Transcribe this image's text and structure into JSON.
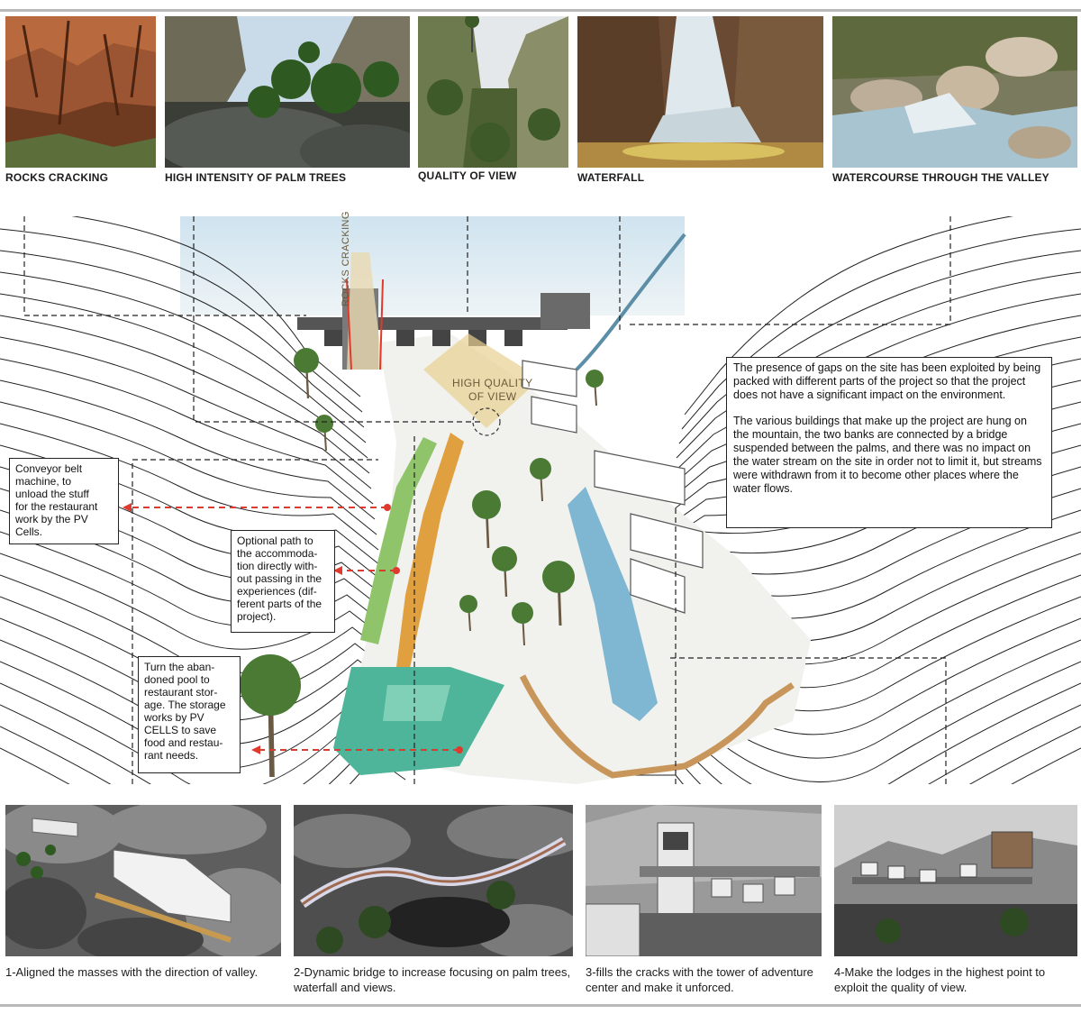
{
  "top_photos": [
    {
      "caption": "ROCKS CRACKING",
      "scene": "rock-cliff"
    },
    {
      "caption": "HIGH INTENSITY OF PALM TREES",
      "scene": "palm-valley"
    },
    {
      "caption": "QUALITY OF VIEW",
      "scene": "gorge-view"
    },
    {
      "caption": "WATERFALL",
      "scene": "waterfall"
    },
    {
      "caption": "WATERCOURSE THROUGH THE VALLEY",
      "scene": "stream"
    }
  ],
  "site_labels": {
    "rocks": "ROCKS CRACKING",
    "view": "HIGH QUALITY\nOF VIEW"
  },
  "notes": {
    "conveyor": "Conveyor belt\nmachine, to\nunload the stuff\nfor the restaurant\nwork by the PV\nCells.",
    "path": "Optional path to\nthe accommoda-\ntion directly with-\nout passing in the\nexperiences (dif-\nferent parts of the\nproject).",
    "pool": "Turn the aban-\ndoned pool to\nrestaurant stor-\nage. The storage\nworks by PV\nCELLS to save\nfood and restau-\nrant needs.",
    "info_p1": "The presence of gaps on the site has been exploited by being packed with different parts of the project so that the project does not have a significant impact on the environment.",
    "info_p2": "The various buildings that make up the project are hung on the mountain, the two banks are connected by a bridge suspended between the palms, and there was no impact on the water stream on the site in order not to limit it, but streams were withdrawn from it to become other places where the water flows."
  },
  "bottom_photos": [
    {
      "caption": "1-Aligned the masses with the direction of valley.",
      "scene": "aligned-masses"
    },
    {
      "caption": "2-Dynamic bridge to increase focusing on palm trees, waterfall and views.",
      "scene": "dynamic-bridge"
    },
    {
      "caption": "3-fills the cracks with the tower of adventure center and make it unforced.",
      "scene": "adventure-tower"
    },
    {
      "caption": "4-Make the lodges in the highest point to exploit the quality of view.",
      "scene": "lodges"
    }
  ],
  "colors": {
    "arrow_red": "#e03a2e",
    "path_orange": "#e0a040",
    "bridge_green": "#8fc46a",
    "pool_teal": "#4fb59a",
    "water_blue": "#7fb7d3",
    "view_cone": "#e8d090"
  }
}
